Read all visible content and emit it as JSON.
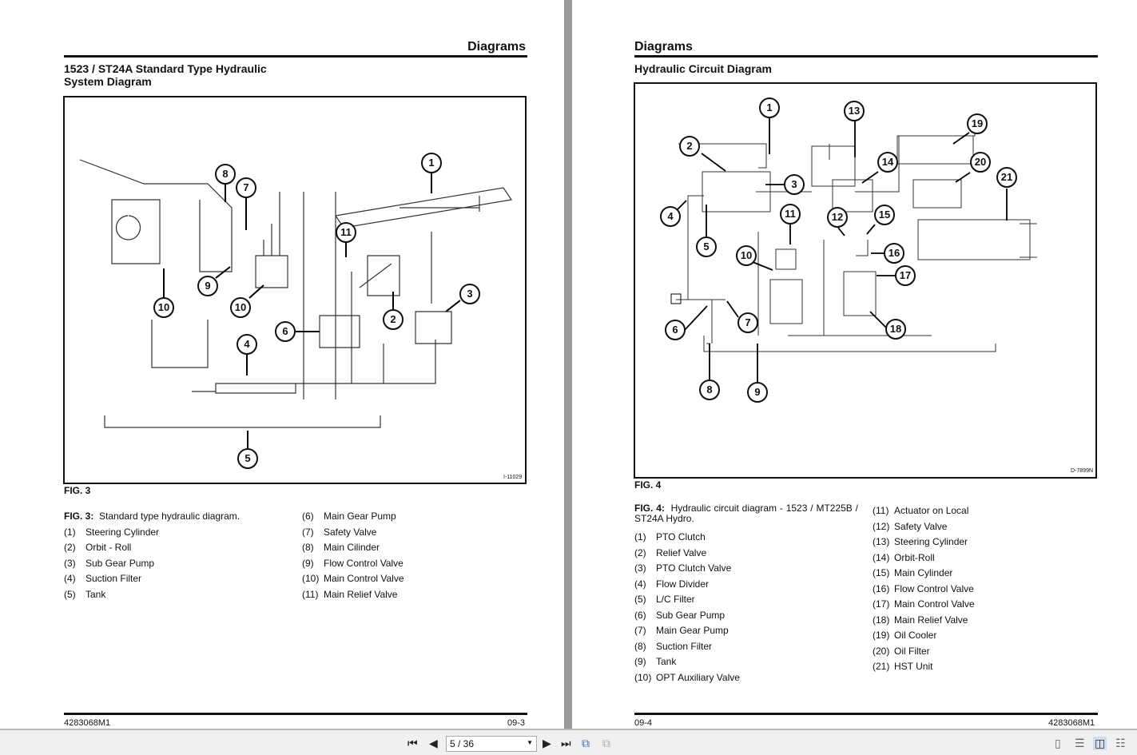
{
  "left_page": {
    "header": "Diagrams",
    "title": "1523 / ST24A Standard Type Hydraulic System Diagram",
    "title_line1": "1523 / ST24A Standard Type Hydraulic",
    "title_line2": "System Diagram",
    "figure_id": "I-11029",
    "figure_label": "FIG. 3",
    "caption_bold": "FIG. 3:",
    "caption_text": "Standard type hydraulic diagram.",
    "callouts": [
      "1",
      "8",
      "7",
      "11",
      "9",
      "10",
      "10",
      "6",
      "2",
      "3",
      "4",
      "5"
    ],
    "legend": [
      {
        "n": "(1)",
        "t": "Steering Cylinder"
      },
      {
        "n": "(2)",
        "t": "Orbit - Roll"
      },
      {
        "n": "(3)",
        "t": "Sub Gear Pump"
      },
      {
        "n": "(4)",
        "t": "Suction Filter"
      },
      {
        "n": "(5)",
        "t": "Tank"
      },
      {
        "n": "(6)",
        "t": "Main Gear Pump"
      },
      {
        "n": "(7)",
        "t": "Safety Valve"
      },
      {
        "n": "(8)",
        "t": "Main Cilinder"
      },
      {
        "n": "(9)",
        "t": "Flow Control Valve"
      },
      {
        "n": "(10)",
        "t": "Main Control Valve"
      },
      {
        "n": "(11)",
        "t": "Main Relief Valve"
      }
    ],
    "footer_left": "4283068M1",
    "footer_right": "09-3"
  },
  "right_page": {
    "header": "Diagrams",
    "title": "Hydraulic Circuit Diagram",
    "figure_id": "D-7899N",
    "figure_label": "FIG. 4",
    "caption_bold": "FIG. 4:",
    "caption_text": "Hydraulic circuit diagram - 1523 / MT225B / ST24A Hydro.",
    "callouts": [
      "1",
      "13",
      "19",
      "2",
      "14",
      "20",
      "3",
      "21",
      "4",
      "11",
      "12",
      "15",
      "5",
      "10",
      "16",
      "17",
      "6",
      "7",
      "18",
      "8",
      "9"
    ],
    "legend": [
      {
        "n": "(1)",
        "t": "PTO Clutch"
      },
      {
        "n": "(2)",
        "t": "Relief Valve"
      },
      {
        "n": "(3)",
        "t": "PTO Clutch Valve"
      },
      {
        "n": "(4)",
        "t": "Flow Divider"
      },
      {
        "n": "(5)",
        "t": "L/C Filter"
      },
      {
        "n": "(6)",
        "t": "Sub Gear Pump"
      },
      {
        "n": "(7)",
        "t": "Main Gear Pump"
      },
      {
        "n": "(8)",
        "t": "Suction Filter"
      },
      {
        "n": "(9)",
        "t": "Tank"
      },
      {
        "n": "(10)",
        "t": "OPT Auxiliary Valve"
      },
      {
        "n": "(11)",
        "t": "Actuator on Local"
      },
      {
        "n": "(12)",
        "t": "Safety Valve"
      },
      {
        "n": "(13)",
        "t": "Steering Cylinder"
      },
      {
        "n": "(14)",
        "t": "Orbit-Roll"
      },
      {
        "n": "(15)",
        "t": "Main Cylinder"
      },
      {
        "n": "(16)",
        "t": "Flow Control Valve"
      },
      {
        "n": "(17)",
        "t": "Main Control Valve"
      },
      {
        "n": "(18)",
        "t": "Main Relief Valve"
      },
      {
        "n": "(19)",
        "t": "Oil Cooler"
      },
      {
        "n": "(20)",
        "t": "Oil Filter"
      },
      {
        "n": "(21)",
        "t": "HST Unit"
      }
    ],
    "footer_left": "09-4",
    "footer_right": "4283068M1"
  },
  "toolbar": {
    "page_value": "5 / 36",
    "icons": [
      "first-page-icon",
      "prev-page-icon",
      "next-page-icon",
      "last-page-icon",
      "history-back-icon",
      "history-forward-icon",
      "single-page-icon",
      "continuous-icon",
      "two-page-icon",
      "two-page-continuous-icon"
    ]
  }
}
